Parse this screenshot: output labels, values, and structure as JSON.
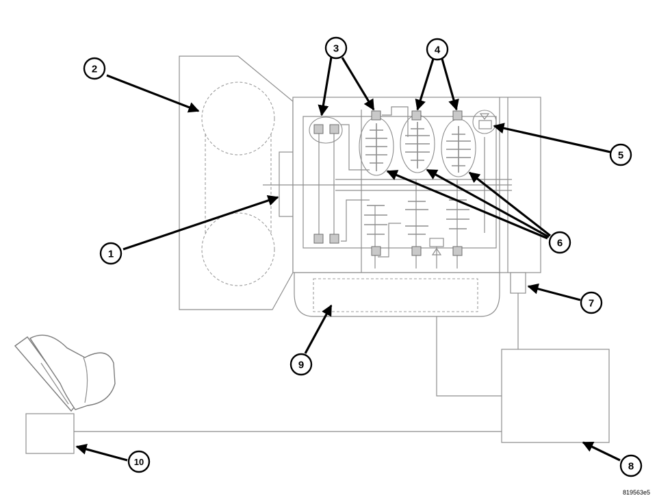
{
  "callouts": [
    {
      "id": "c1",
      "label": "1"
    },
    {
      "id": "c2",
      "label": "2"
    },
    {
      "id": "c3",
      "label": "3"
    },
    {
      "id": "c4",
      "label": "4"
    },
    {
      "id": "c5",
      "label": "5"
    },
    {
      "id": "c6",
      "label": "6"
    },
    {
      "id": "c7",
      "label": "7"
    },
    {
      "id": "c8",
      "label": "8"
    },
    {
      "id": "c9",
      "label": "9"
    },
    {
      "id": "c10",
      "label": "10"
    }
  ],
  "image_code": "819563e5",
  "colors": {
    "line": "#8c8c8c",
    "leader": "#000000",
    "clutch": "#c9c9c9"
  }
}
